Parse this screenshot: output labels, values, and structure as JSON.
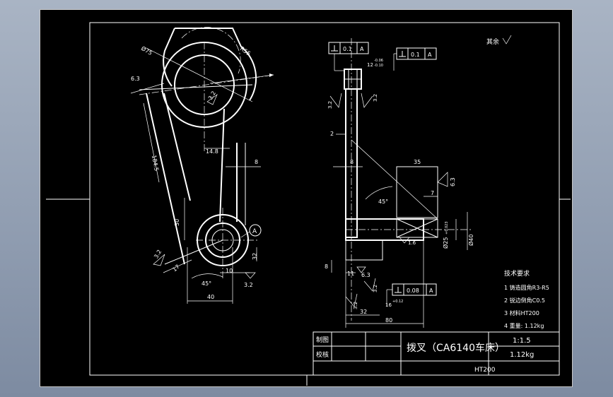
{
  "title_block": {
    "drawn_label": "制图",
    "check_label": "校核",
    "part_name": "拨叉（CA6140车床）",
    "scale": "1:1.5",
    "weight": "1.12kg",
    "material": "HT200"
  },
  "roughness_note": "其余",
  "tech_requirements": {
    "heading": "技术要求",
    "items": [
      "1  铸造圆角R3-R5",
      "2  锐边倒角C0.5",
      "3  材料HT200",
      "4  重量: 1.12kg"
    ]
  },
  "front_view": {
    "dims": {
      "d75": "Ø75",
      "r55": "R55",
      "r63": "6.3",
      "r32a": "3.2",
      "l1845": "184.5",
      "d148": "14.8",
      "d8": "8",
      "d30": "30",
      "r32b": "3.2",
      "d17": "17",
      "ang45": "45°",
      "d10": "10",
      "r32c": "3.2",
      "d40": "40",
      "d32": "32",
      "ref_a": "A"
    }
  },
  "side_view": {
    "dims": {
      "gtol1_val": "0.1",
      "gtol1_ref": "A",
      "gtol2_val": "0.1",
      "gtol2_ref": "A",
      "slot_w": "12",
      "slot_tol_up": "-0.06",
      "slot_tol_dn": "-0.10",
      "r32a": "3.2",
      "r32b": "3.2",
      "d2": "2",
      "d8": "8",
      "d35": "35",
      "r63": "6.3",
      "d7": "7",
      "ang45": "45°",
      "d16": "1.6",
      "d25": "Ø25",
      "d25_tol": "+0.023",
      "d40": "Ø40",
      "d8b": "8",
      "d11": "11",
      "r63b": "6.3",
      "r32c": "3.2",
      "r32d": "3.2",
      "gtol3_val": "0.08",
      "gtol3_ref": "A",
      "d16b": "16",
      "d16b_tol": "+0.12",
      "d32": "32",
      "d80": "80"
    }
  }
}
